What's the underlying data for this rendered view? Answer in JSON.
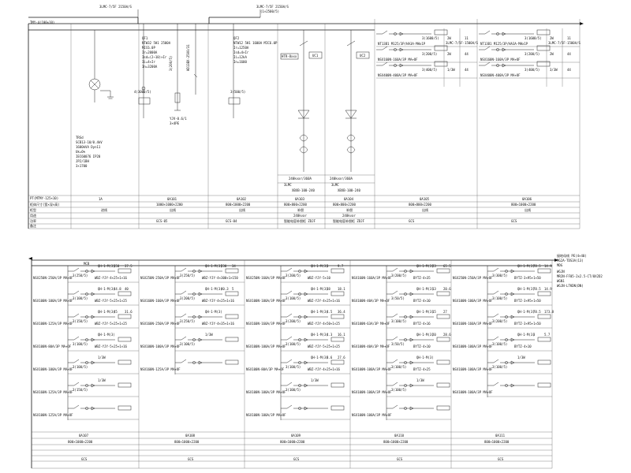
{
  "top": {
    "busbar_top_label_left": "3LMC-7/5F 2150A/S",
    "busbar_top_label_right": "3LMC-7/5F 2150A/S",
    "busbar_top_label_right2": "(1×2500/5)",
    "main_bus_label": "TMY-4(100×10)",
    "transformer_lines": [
      "TRSd",
      "SCB13-10/0.4kV",
      "1600kVA Dyn11",
      "Uk=6%",
      "IEC60076 IP20",
      "JP2/1BH",
      "3×1700"
    ],
    "incomer_breaker": [
      "QF1",
      "NTW32 5H1 2500A",
      "MIC6.0P",
      "Ir=2000A",
      "Isd=(2~10)×Ir",
      "Ii=4×Ir",
      "In=3200A"
    ],
    "incomer_ct": "4(3000/5)",
    "surge_label": "3(200/5)",
    "earth_switch": "HD13BX-2500/31",
    "earth_note": [
      "YJV-0.6/1",
      "3×4PE"
    ],
    "capacitor_breaker": [
      "QF2",
      "NTW12 5H1 1600A MIC6.0P",
      "Ir=1250A",
      "Isd=4×Ir",
      "Ii=12kA",
      "In=1600"
    ],
    "capacitor_ct": "3(500/5)",
    "cap_ct_label": "HTR-8xxx",
    "cap_group1": "UC1",
    "cap_group2": "UC2",
    "cap_rating1": "240kvar/360A",
    "cap_rating2": "240kvar/360A",
    "cap_reactor1": "3LMC",
    "cap_reactor2": "3LMC",
    "cap_cable1": "XBXB-100-240",
    "cap_cable2": "XBXB-100-240",
    "top_feeders_left": [
      {
        "breaker": "NT13B1 M125/3P/HA3A-MHx1P",
        "ct": "3(1600/5)",
        "a": "2W",
        "b": "11",
        "cable": "3LMC-7/5F-1500A/S"
      },
      {
        "breaker": "NSX160N-160A/3P MA+OF",
        "ct": "3(200/5)",
        "a": "2W",
        "b": "44"
      },
      {
        "breaker": "NSX400N-400A/3P MA+OF",
        "ct": "3(400/5)",
        "a": "1/3W",
        "b": "44"
      }
    ],
    "top_feeders_right": [
      {
        "breaker": "NT13B1 M125/3P/HA3A-MHx1P",
        "ct": "3(1600/5)",
        "a": "2W",
        "b": "11",
        "cable": "3LMC-7/5F-1500A/S"
      },
      {
        "breaker": "NSX160N-160A/3P MA+OF",
        "ct": "3(200/5)",
        "a": "2W",
        "b": "44"
      },
      {
        "breaker": "NSX400N-400A/3P MA+OF",
        "ct": "3(400/5)",
        "a": "3/3W",
        "b": "44"
      }
    ],
    "table_header": "PT(MTMY-125×10)",
    "row_labels": [
      "配电柜编号",
      "柜体尺寸(宽×深×高)",
      "柜型",
      "用途",
      "功率",
      "备注"
    ],
    "columns": [
      {
        "no": "1A",
        "size": "",
        "type": "进线",
        "use": "",
        "model": ""
      },
      {
        "no": "0A101",
        "size": "1000×1000×2200",
        "type": "出线",
        "use": "",
        "model": "GCS-05"
      },
      {
        "no": "0A102",
        "size": "800×1000×2200",
        "type": "出线",
        "use": "",
        "model": "GCS-04"
      },
      {
        "no": "0A103",
        "size": "800×800×2200",
        "type": "补偿",
        "use": "240kvar",
        "model": "智能电容补偿柜 ZDJF"
      },
      {
        "no": "0A104",
        "size": "800×800×2200",
        "type": "补偿",
        "use": "240kvar",
        "model": "智能电容补偿柜 ZDJF"
      },
      {
        "no": "0A105",
        "size": "800×800×2200",
        "type": "出线",
        "use": "",
        "model": "GCS"
      },
      {
        "no": "0A106",
        "size": "800×1000×2200",
        "type": "出线",
        "use": "",
        "model": "GCS"
      }
    ]
  },
  "bottom": {
    "bus_label": "MCB",
    "right_note": [
      "接地母线 PE(4×40)",
      "MG2A-TDS3A(13)",
      "MDG"
    ],
    "right_note2": [
      "WGJN",
      "MR2N-FF05-2x2.5-CT/0X2D2",
      "WGN1",
      "WGJN-LTKDN(DN)"
    ],
    "panels": [
      {
        "no": "0A107",
        "size": "800×1000×2200",
        "model": "GCS",
        "rows": [
          {
            "brk": "NSX250N-250A/3P MA+OF",
            "ct": "3(250/5)",
            "info": "QH-1-M(3)",
            "v1": "150",
            "v2": "37.5",
            "cable": "WBZ-YJY-4×25+1×16"
          },
          {
            "brk": "NSX100N-100A/3P MA+OF",
            "ct": "3(100/5)",
            "info": "QH-1-M(3)",
            "v1": "44.8",
            "v2": "40",
            "cable": "WBZ-YJY-5×25+1×25"
          },
          {
            "brk": "NSX100N-125A/3P MA+OF",
            "ct": "3(150/5)",
            "info": "QH-1-M(3)",
            "v1": "45",
            "v2": "31.6",
            "cable": "WBZ-YJY-5×25+1×25"
          },
          {
            "brk": "NSX100N-80A/3P MA+OF",
            "ct": "3(100/5)",
            "info": "QH-1-M(3)",
            "v1": "",
            "v2": "",
            "cable": "WBZ-YJY-5×25+1×16"
          },
          {
            "brk": "NSX100N-100A/3P MA+OF",
            "ct": "3(100/5)",
            "info": "1/3W",
            "v1": "",
            "v2": "",
            "cable": ""
          },
          {
            "brk": "NSX160N-125A/3P MA+OF",
            "ct": "3(150/5)",
            "info": "1/3W",
            "v1": "",
            "v2": "",
            "cable": ""
          },
          {
            "brk": "NSX100N-125A/3P MA+OF",
            "ct": "",
            "info": "",
            "v1": "",
            "v2": "",
            "cable": ""
          }
        ]
      },
      {
        "no": "0A108",
        "size": "800×1000×2200",
        "model": "GCS",
        "rows": [
          {
            "brk": "NSX250N-250A/3P MA+OF",
            "ct": "3(250/5)",
            "info": "QH-1-M(3)",
            "v1": "230",
            "v2": "34",
            "cable": "WBZ-YJY-4×300+1×150"
          },
          {
            "brk": "NSX160N-160A/3P MA+OF",
            "ct": "3(200/5)",
            "info": "QH-1-M(3)",
            "v1": "40.3",
            "v2": "5",
            "cable": "WBZ-YJY-4×25+1×16"
          },
          {
            "brk": "NSX160N-250A/3P MA+OF",
            "ct": "3(250/5)",
            "info": "QH-1-M(3)",
            "v1": "",
            "v2": "",
            "cable": "WBZ-YJY-4×35+1×16"
          },
          {
            "brk": "NSX100N-100A/3P MA+OF",
            "ct": "3(100/5)",
            "info": "1/3W",
            "v1": "",
            "v2": "",
            "cable": ""
          },
          {
            "brk": "NSX160N-125A/3P MA+OF",
            "ct": "",
            "info": "",
            "v1": "",
            "v2": "",
            "cable": ""
          }
        ]
      },
      {
        "no": "0A109",
        "size": "800×1000×2200",
        "model": "GCS",
        "rows": [
          {
            "brk": "NSX250N-160A/3P MA+OF",
            "ct": "3(200/5)",
            "info": "QH-1-M(3)",
            "v1": "3",
            "v2": "9.7",
            "cable": "WBZ-YJY-5×10"
          },
          {
            "brk": "NSX100N-100A/3P MA+OF",
            "ct": "3(100/5)",
            "info": "QH-1-M(3)",
            "v1": "38",
            "v2": "18.1",
            "cable": "WBZ-YJY-4×25+1×16"
          },
          {
            "brk": "NSX160N-160A/3P MA+OF",
            "ct": "3(200/5)",
            "info": "QH-1-M(3)",
            "v1": "4.5",
            "v2": "36.4",
            "cable": "WBZ-YJY-4×50+1×25"
          },
          {
            "brk": "NSX100N-100A/3P MA+OF",
            "ct": "3(100/5)",
            "info": "QH-1-M(3)",
            "v1": "4.3",
            "v2": "16.1",
            "cable": "WBZ-YJY-5×25+1×25"
          },
          {
            "brk": "NSX100N-80A/3P MA+OF",
            "ct": "3(100/5)",
            "info": "QH-1-M(3)",
            "v1": "8.6",
            "v2": "27.6",
            "cable": "WBZ-YJY-4×25+1×16"
          },
          {
            "brk": "NSX100N-100A/3P MA+OF",
            "ct": "3(100/5)",
            "info": "1/3W",
            "v1": "",
            "v2": "",
            "cable": ""
          },
          {
            "brk": "NSX100N-100A/3P MA+OF",
            "ct": "",
            "info": "",
            "v1": "",
            "v2": "",
            "cable": ""
          }
        ]
      },
      {
        "no": "0A110",
        "size": "800×1000×2200",
        "model": "GCS",
        "rows": [
          {
            "brk": "NSX160N-160A/3P MA+OF",
            "ct": "3(200/5)",
            "info": "QH-1-M(3)",
            "v1": "23",
            "v2": "65.5",
            "cable": "BYTZ-4×35"
          },
          {
            "brk": "NSX100N-40A/3P MA+OF",
            "ct": "3(50/5)",
            "info": "QH-1-M(3)",
            "v1": "13",
            "v2": "20.6",
            "cable": "BYTZ-4×10"
          },
          {
            "brk": "NSX100N-63A/3P MA+OF",
            "ct": "3(100/5)",
            "info": "QH-1-M(3)",
            "v1": "15",
            "v2": "27",
            "cable": "BYTZ-4×16"
          },
          {
            "brk": "NSX100N-40A/3P MA+OF",
            "ct": "3(50/5)",
            "info": "QH-1-M(3)",
            "v1": "20",
            "v2": "28.6",
            "cable": "BYTZ-4×10"
          },
          {
            "brk": "NSX100N-100A/3P MA+OF",
            "ct": "3(100/5)",
            "info": "QH-1-M(3)",
            "v1": "",
            "v2": "",
            "cable": "BYTZ-4×25"
          },
          {
            "brk": "NSX100N-100A/3P MA+OF",
            "ct": "3(100/5)",
            "info": "1/3W",
            "v1": "",
            "v2": "",
            "cable": ""
          },
          {
            "brk": "NSX100N-100A/3P MA+OF",
            "ct": "",
            "info": "",
            "v1": "",
            "v2": "",
            "cable": ""
          }
        ]
      },
      {
        "no": "0A111",
        "size": "800×1000×2200",
        "model": "GCS",
        "rows": [
          {
            "brk": "NSX250N-250A/3P MA+OF",
            "ct": "3(300/5)",
            "info": "QH-1-M(3)",
            "v1": "78.5",
            "v2": "14.9",
            "cable": "BYTZ-3×95+1×50"
          },
          {
            "brk": "NSX100N-100A/3P MA+OF",
            "ct": "3(100/5)",
            "info": "QH-1-M(3)",
            "v1": "78.5",
            "v2": "14.9",
            "cable": "BYTZ-3×95+1×50"
          },
          {
            "brk": "NSX160N-160A/3P MA+OF",
            "ct": "3(200/5)",
            "info": "QH-1-M(3)",
            "v1": "78.5",
            "v2": "173.8",
            "cable": "BYTZ-3×95+1×50"
          },
          {
            "brk": "NSX100N-100A/3P MA+OF",
            "ct": "3(100/5)",
            "info": "QH-1-M(3)",
            "v1": "3",
            "v2": "5.7",
            "cable": "BYTZ-4×10"
          },
          {
            "brk": "NSX160N-100A/3P MA+OF",
            "ct": "3(100/5)",
            "info": "1/3W",
            "v1": "",
            "v2": "",
            "cable": ""
          },
          {
            "brk": "NSX100N-100A/3P MA+OF",
            "ct": "",
            "info": "",
            "v1": "",
            "v2": "",
            "cable": ""
          }
        ]
      }
    ]
  }
}
